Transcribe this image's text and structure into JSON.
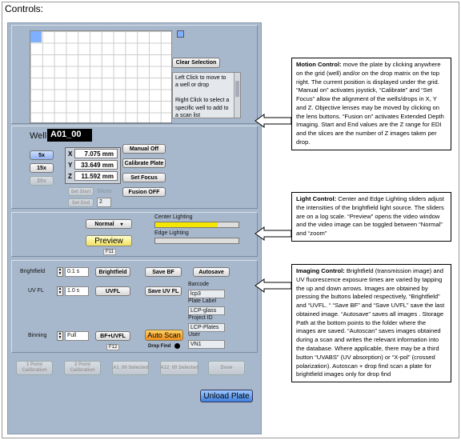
{
  "heading": "Controls:",
  "motion": {
    "clear_selection": "Clear Selection",
    "info_text": "Left Click to move to a well or drop\n\nRight Click to select a specific well to add to a scan list",
    "well_label": "Well",
    "well_value": "A01_00",
    "lens_5x": "5x",
    "lens_15x": "15x",
    "lens_20x": "20x",
    "x_label": "X",
    "x_value": "7.075 mm",
    "y_label": "Y",
    "y_value": "33.649 mm",
    "z_label": "Z",
    "z_value": "11.592 mm",
    "manual_off": "Manual Off",
    "calibrate_plate": "Calibrate Plate",
    "set_focus": "Set Focus",
    "fusion_off": "Fusion OFF",
    "set_start": "Set Start",
    "slices_label": "Slices",
    "set_end": "Set End",
    "slices_value": "2"
  },
  "light": {
    "mode": "Normal",
    "preview": "Preview",
    "f11": "F11",
    "center_label": "Center Lighting",
    "edge_label": "Edge Lighting",
    "center_level": 0.75,
    "edge_level": 0.0
  },
  "imaging": {
    "brightfield_label": "Brightfield",
    "bf_time": "0.1 s",
    "brightfield_btn": "Brightfield",
    "save_bf": "Save BF",
    "autosave": "Autosave",
    "uvfl_label": "UV FL",
    "uv_time": "1.0 s",
    "uvfl_btn": "UVFL",
    "save_uvfl": "Save UV FL",
    "barcode_label": "Barcode",
    "barcode_value": "lcp3",
    "plate_label_label": "Plate Label",
    "plate_label_value": "LCP-glass",
    "project_label": "Project ID",
    "project_value": "LCP-Plates",
    "user_label": "User",
    "user_value": "VN1",
    "binning_label": "Binning",
    "binning_value": "Full",
    "bf_uvfl": "BF+UVFL",
    "f12": "F12",
    "auto_scan": "Auto Scan",
    "drop_find": "Drop Find"
  },
  "calib": {
    "one_point": "1 Point Calibration",
    "two_point": "2 Point Calibration",
    "a1_selected": "A1_00 Selected",
    "a12_selected": "A12_00 Selected",
    "done": "Done"
  },
  "unload_plate": "Unload Plate",
  "callouts": {
    "motion_title": "Motion Control:",
    "motion_body": " move the plate by clicking anywhere on the grid (well) and/or on the drop matrix on the top right. The current position is displayed under the grid. “Manual on” activates joystick, “Calibrate” and “Set Focus” allow the alignment of the wells/drops in X, Y and Z. Objective lenses may be moved by clicking on the lens buttons. “Fusion on” activates Extended Depth Imaging. Start and End values are the Z range for EDI and the slices are the number of Z images taken per drop.",
    "light_title": "Light Control:",
    "light_body": " Center and Edge Lighting sliders adjust the intensities of the brightfield light source. The sliders are on a log scale. “Preview” opens the video window and the video image can be toggled between “Normal” and “zoom”",
    "imaging_title": "Imaging Control:",
    "imaging_body": " Brightfield (transmission image) and UV fluorescence exposure times are varied by tapping the up and down arrows. Images are obtained by pressing the buttons labeled  respectively, “Brightfield” and “UVFL. “ “Save BF” and “Save UVFL” save the last obtained image. “Autosave” saves all images . Storage Path at the bottom points to the folder where the images are saved. “Autoscan” saves images obtained during a scan and writes the relevant information into the database. Where applicable, there may be a third button “UVABS” (UV absorption) or “X-pol” (crossed polarization).  Autoscan + drop find scan a plate for brightfield images only for drop find"
  }
}
